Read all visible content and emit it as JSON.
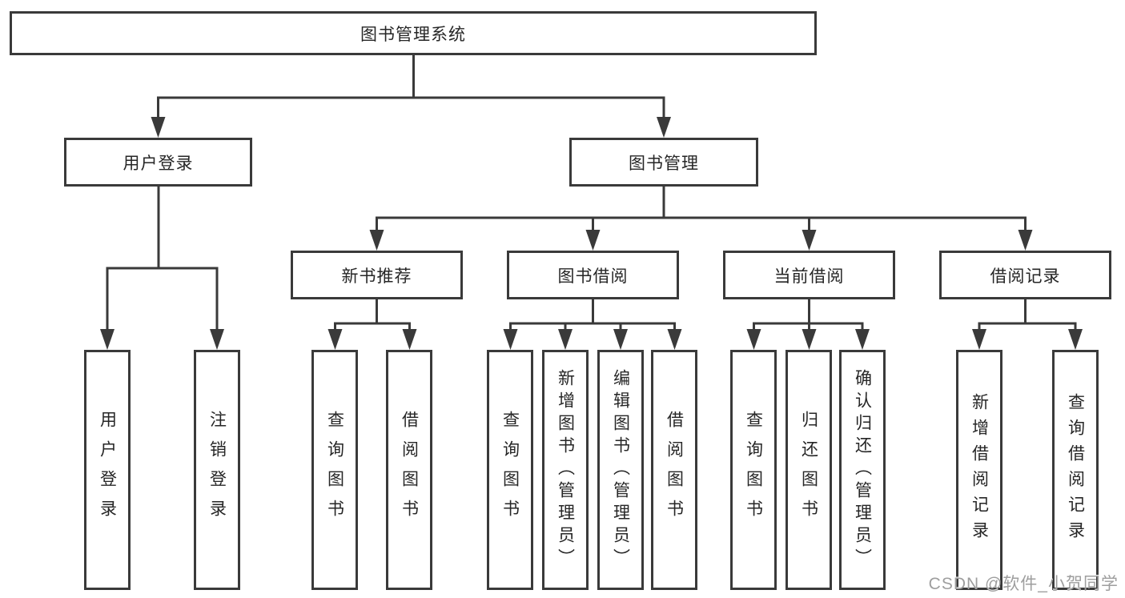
{
  "colors": {
    "line": "#3a3a3a",
    "text": "#262626",
    "box_bg": "#ffffff",
    "watermark": "#9e9e9e",
    "background": "#ffffff"
  },
  "watermark": {
    "text": "CSDN @软件_小贺同学"
  },
  "tree": {
    "root": {
      "label": "图书管理系统",
      "children": [
        {
          "label": "用户登录",
          "children": [
            {
              "label": "用户登录"
            },
            {
              "label": "注销登录"
            }
          ]
        },
        {
          "label": "图书管理",
          "children": [
            {
              "label": "新书推荐",
              "children": [
                {
                  "label": "查询图书"
                },
                {
                  "label": "借阅图书"
                }
              ]
            },
            {
              "label": "图书借阅",
              "children": [
                {
                  "label": "查询图书"
                },
                {
                  "label": "新增图书（管理员）"
                },
                {
                  "label": "编辑图书（管理员）"
                },
                {
                  "label": "借阅图书"
                }
              ]
            },
            {
              "label": "当前借阅",
              "children": [
                {
                  "label": "查询图书"
                },
                {
                  "label": "归还图书"
                },
                {
                  "label": "确认归还（管理员）"
                }
              ]
            },
            {
              "label": "借阅记录",
              "children": [
                {
                  "label": "新增借阅记录"
                },
                {
                  "label": "查询借阅记录"
                }
              ]
            }
          ]
        }
      ]
    }
  }
}
